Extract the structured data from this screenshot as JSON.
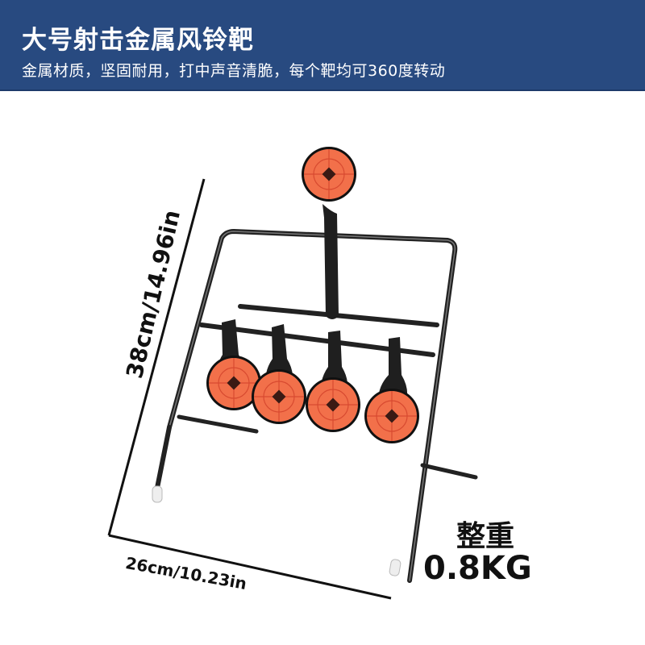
{
  "header": {
    "title": "大号射击金属风铃靶",
    "subtitle": "金属材质，坚固耐用，打中声音清脆，每个靶均可360度转动",
    "background_color": "#284a80"
  },
  "product": {
    "name": "metal spinner target",
    "target_color": "#f2704a",
    "frame_color": "#1e1e1e",
    "top_targets": 1,
    "bottom_targets": 4
  },
  "dimensions": {
    "height": "38cm/14.96in",
    "width": "26cm/10.23in"
  },
  "weight": {
    "label": "整重",
    "value": "0.8KG"
  }
}
